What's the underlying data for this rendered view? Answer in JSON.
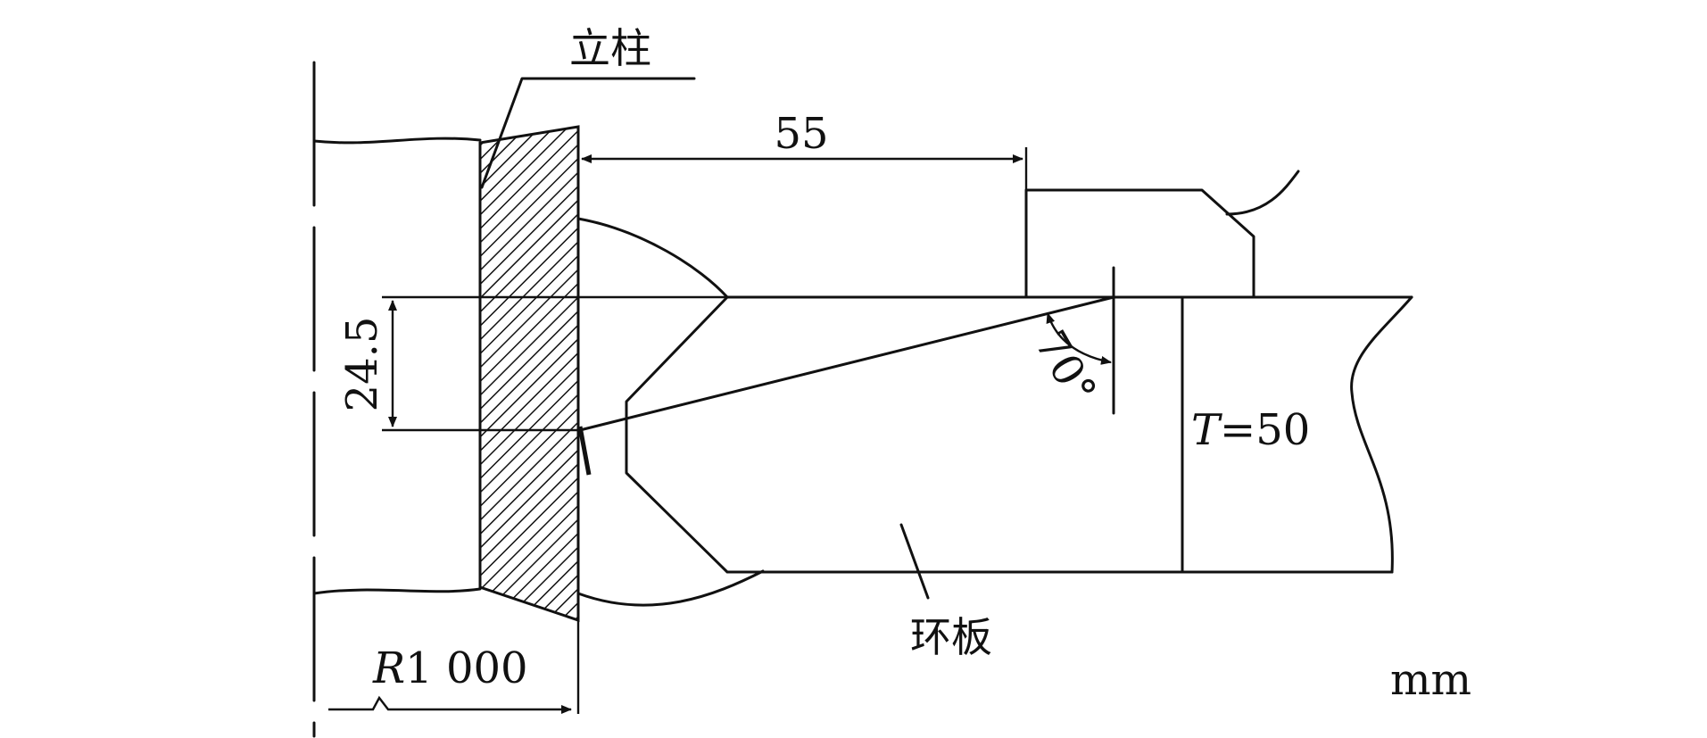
{
  "labels": {
    "column": "立柱",
    "ring_plate": "环板",
    "unit": "mm",
    "thickness_var": "T",
    "thickness_value": "=50",
    "radius_var": "R",
    "radius_value": "1 000"
  },
  "dimensions": {
    "offset": "55",
    "bevel_depth": "24.5",
    "bevel_angle": "70°"
  },
  "colors": {
    "line": "#111111",
    "background": "#ffffff"
  }
}
